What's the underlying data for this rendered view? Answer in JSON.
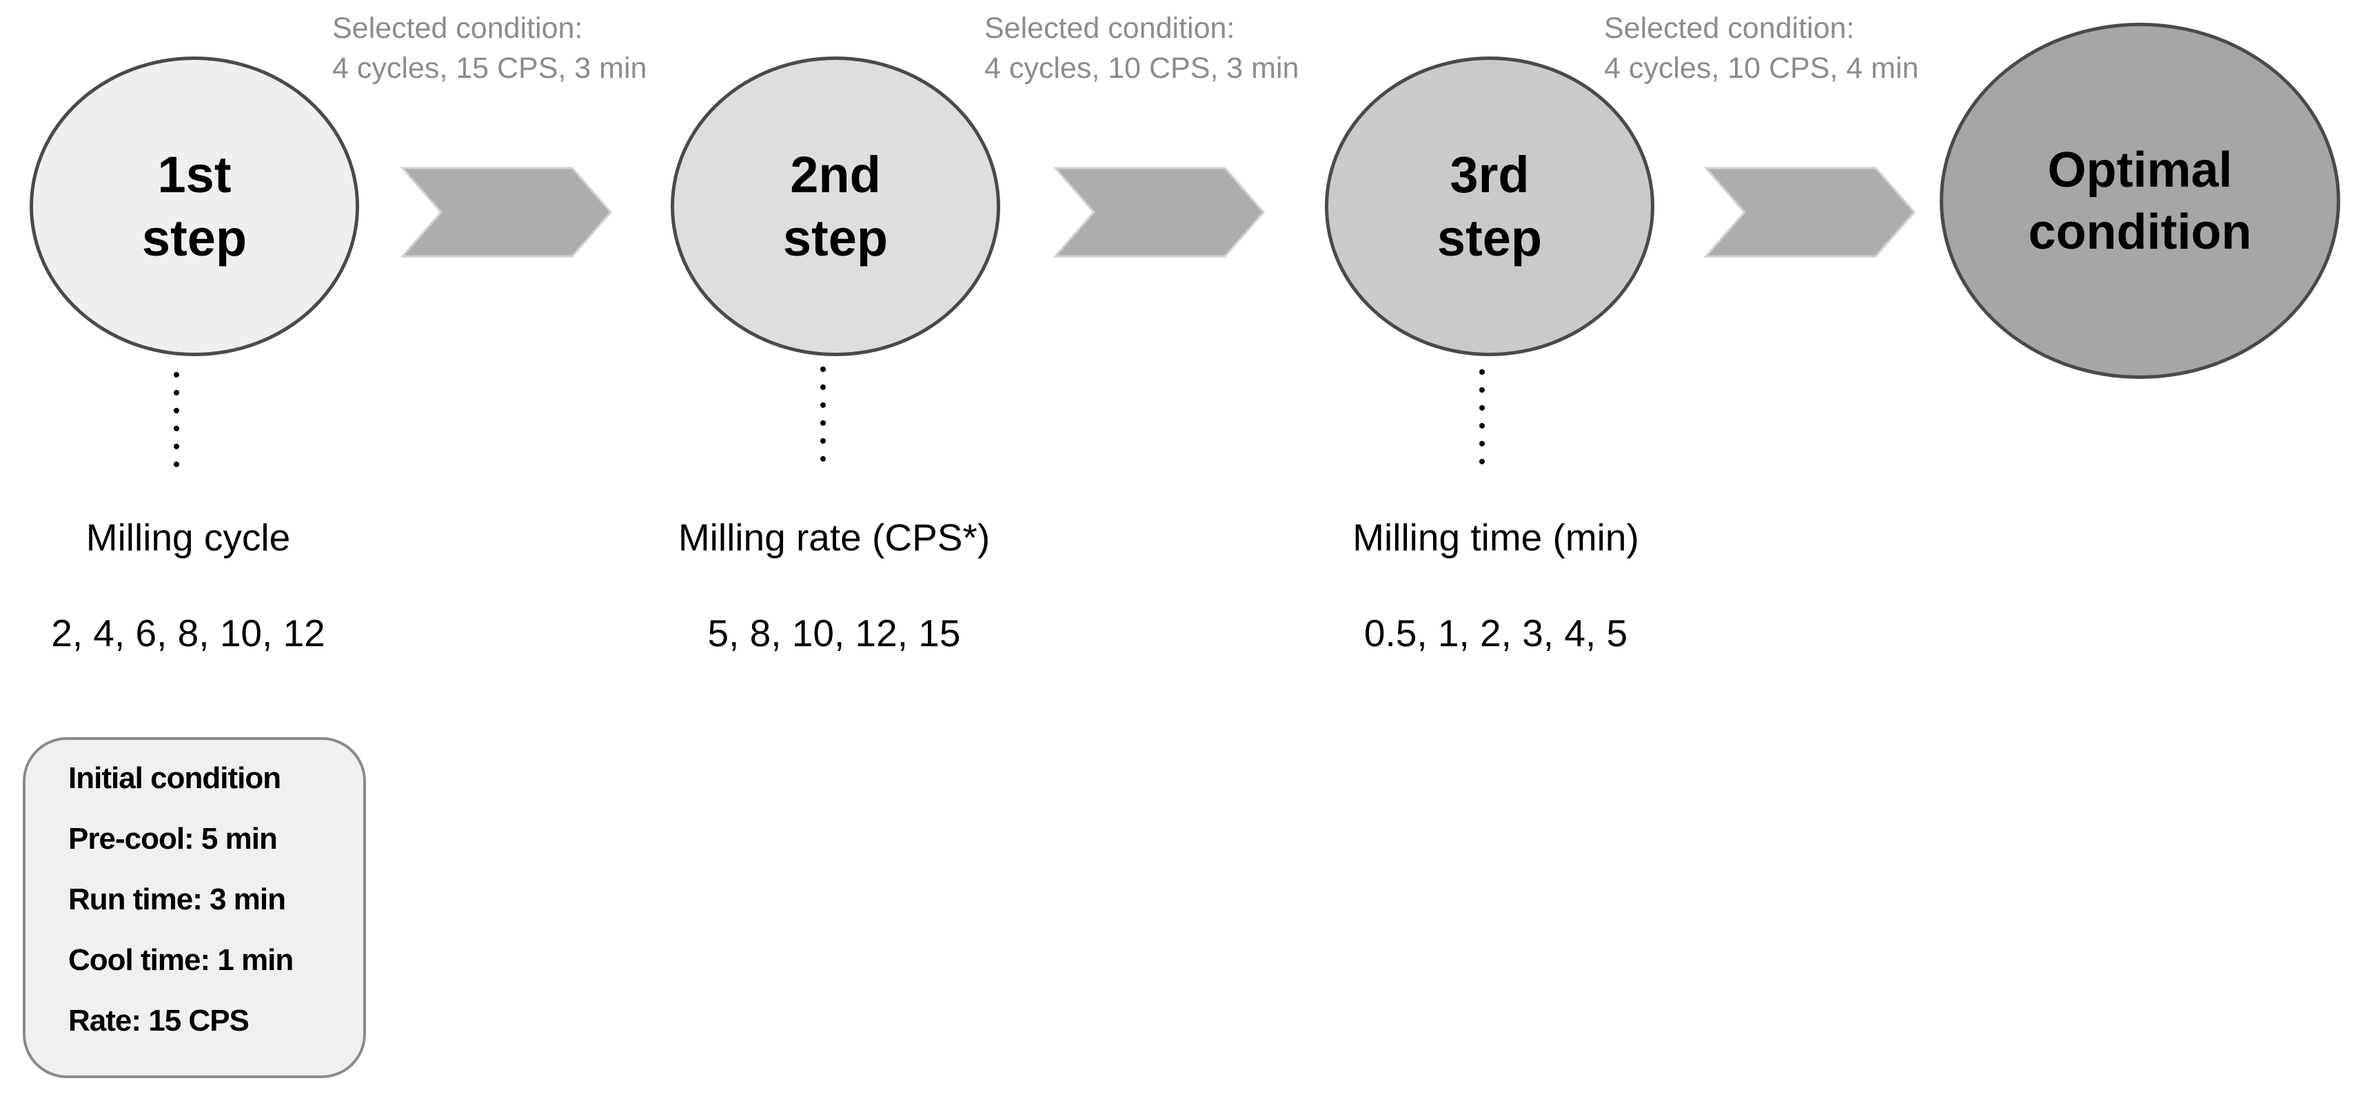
{
  "steps": [
    {
      "title": "1st\nstep",
      "fill": "#efefef",
      "selected_heading": "Selected condition:",
      "selected_value": "4 cycles, 15 CPS, 3 min",
      "param_label": "Milling cycle",
      "param_values": "2, 4, 6, 8, 10, 12"
    },
    {
      "title": "2nd\nstep",
      "fill": "#dedede",
      "selected_heading": "Selected condition:",
      "selected_value": "4 cycles, 10 CPS, 3 min",
      "param_label": "Milling rate (CPS*)",
      "param_values": "5, 8, 10, 12, 15"
    },
    {
      "title": "3rd\nstep",
      "fill": "#cacaca",
      "selected_heading": "Selected condition:",
      "selected_value": "4 cycles, 10 CPS, 4 min",
      "param_label": "Milling time (min)",
      "param_values": "0.5, 1, 2, 3, 4, 5"
    }
  ],
  "optimal": {
    "title": "Optimal\ncondition",
    "fill": "#a6a6a6"
  },
  "arrow_color": "#b1aca9",
  "initial_condition": {
    "title": "Initial condition",
    "lines": [
      "Pre-cool: 5 min",
      "Run time: 3 min",
      "Cool time: 1 min",
      "Rate: 15 CPS"
    ]
  }
}
